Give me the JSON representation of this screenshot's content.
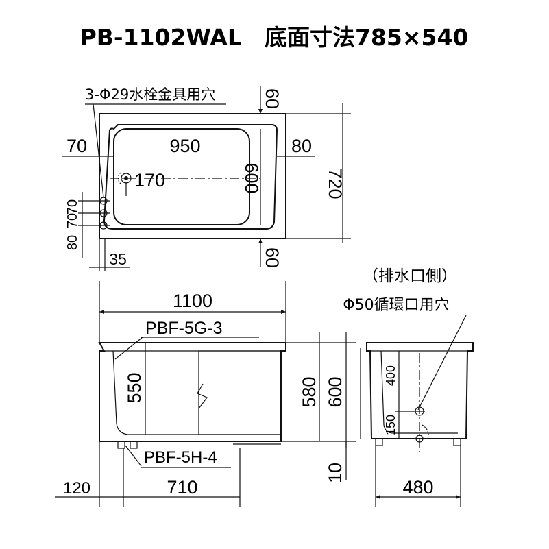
{
  "title": "PB-1102WAL　底面寸法785×540",
  "plan": {
    "faucet_hole_label": "3-Φ29水栓金具用穴",
    "dim_top_60": "60",
    "dim_left_70": "70",
    "dim_inner_950": "950",
    "dim_right_80": "80",
    "dim_drain_170": "170",
    "dim_inner_600": "600",
    "dim_total_720": "720",
    "dim_hole_70a": "70",
    "dim_hole_70b": "70",
    "dim_hole_80": "80",
    "dim_35": "35",
    "dim_bottom_60": "60"
  },
  "front": {
    "dim_width_1100": "1100",
    "apron_label": "PBF-5G-3",
    "dim_550": "550",
    "dim_580": "580",
    "dim_600": "600",
    "dim_10": "10",
    "leg_label": "PBF-5H-4",
    "dim_120": "120",
    "dim_710": "710"
  },
  "side": {
    "drain_side_label": "（排水口側）",
    "circulation_label": "Φ50循環口用穴",
    "dim_400": "400",
    "dim_150": "150",
    "dim_480": "480"
  }
}
